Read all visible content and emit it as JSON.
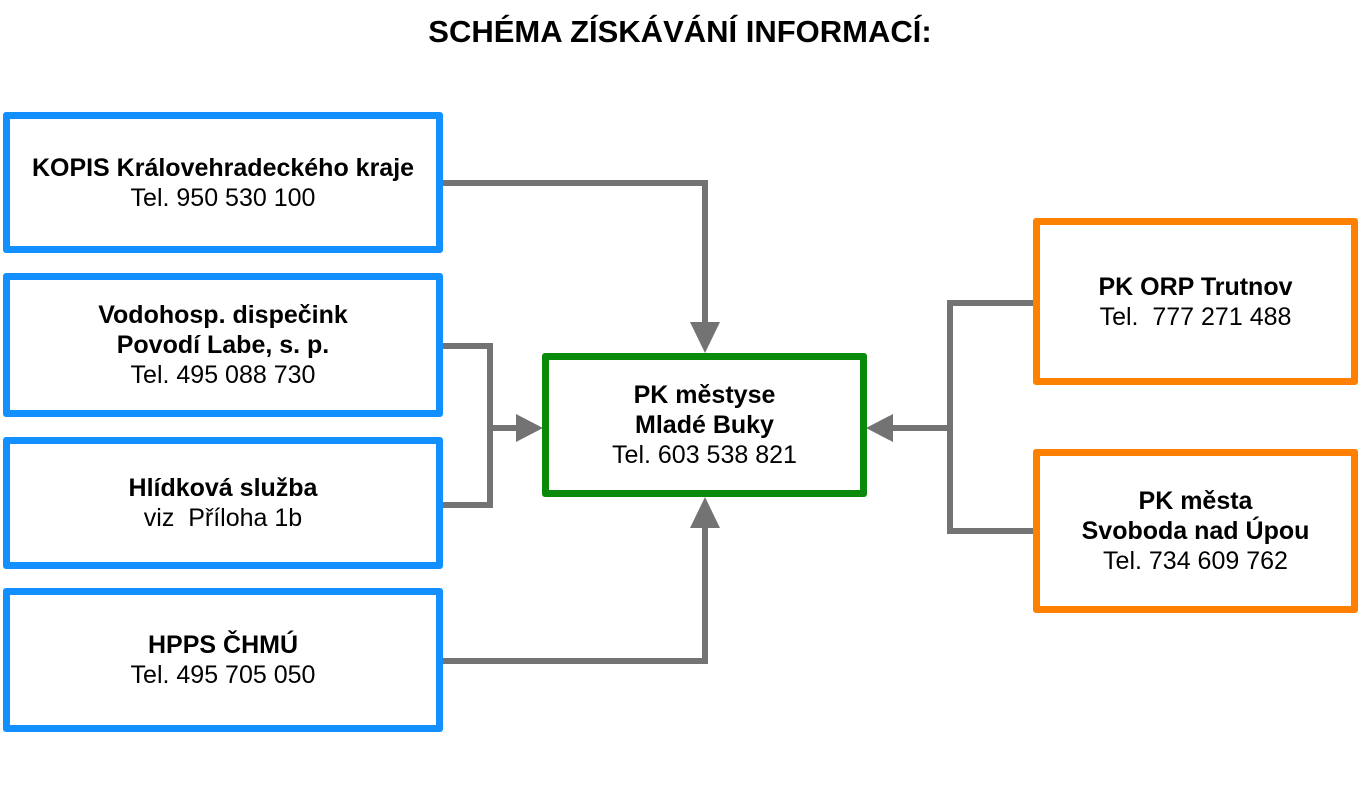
{
  "title": "SCHÉMA ZÍSKÁVÁNÍ INFORMACÍ:",
  "colors": {
    "box_blue": "#1390ff",
    "box_green": "#0a8a0a",
    "box_orange": "#ff8000",
    "connector_gray": "#737373",
    "text": "#000000",
    "background": "#ffffff"
  },
  "left_boxes": [
    {
      "bold_lines": [
        "KOPIS Královehradeckého kraje"
      ],
      "plain_line": "Tel. 950 530 100"
    },
    {
      "bold_lines": [
        "Vodohosp. dispečink",
        "Povodí Labe, s. p."
      ],
      "plain_line": "Tel. 495 088 730"
    },
    {
      "bold_lines": [
        "Hlídková služba"
      ],
      "plain_line": "viz  Příloha 1b"
    },
    {
      "bold_lines": [
        "HPPS ČHMÚ"
      ],
      "plain_line": "Tel. 495 705 050"
    }
  ],
  "center_box": {
    "bold_lines": [
      "PK městyse",
      "Mladé Buky"
    ],
    "plain_line": "Tel. 603 538 821"
  },
  "right_boxes": [
    {
      "bold_lines": [
        "PK ORP Trutnov"
      ],
      "plain_line": "Tel.  777 271 488"
    },
    {
      "bold_lines": [
        "PK města",
        "Svoboda nad Úpou"
      ],
      "plain_line": "Tel. 734 609 762"
    }
  ]
}
